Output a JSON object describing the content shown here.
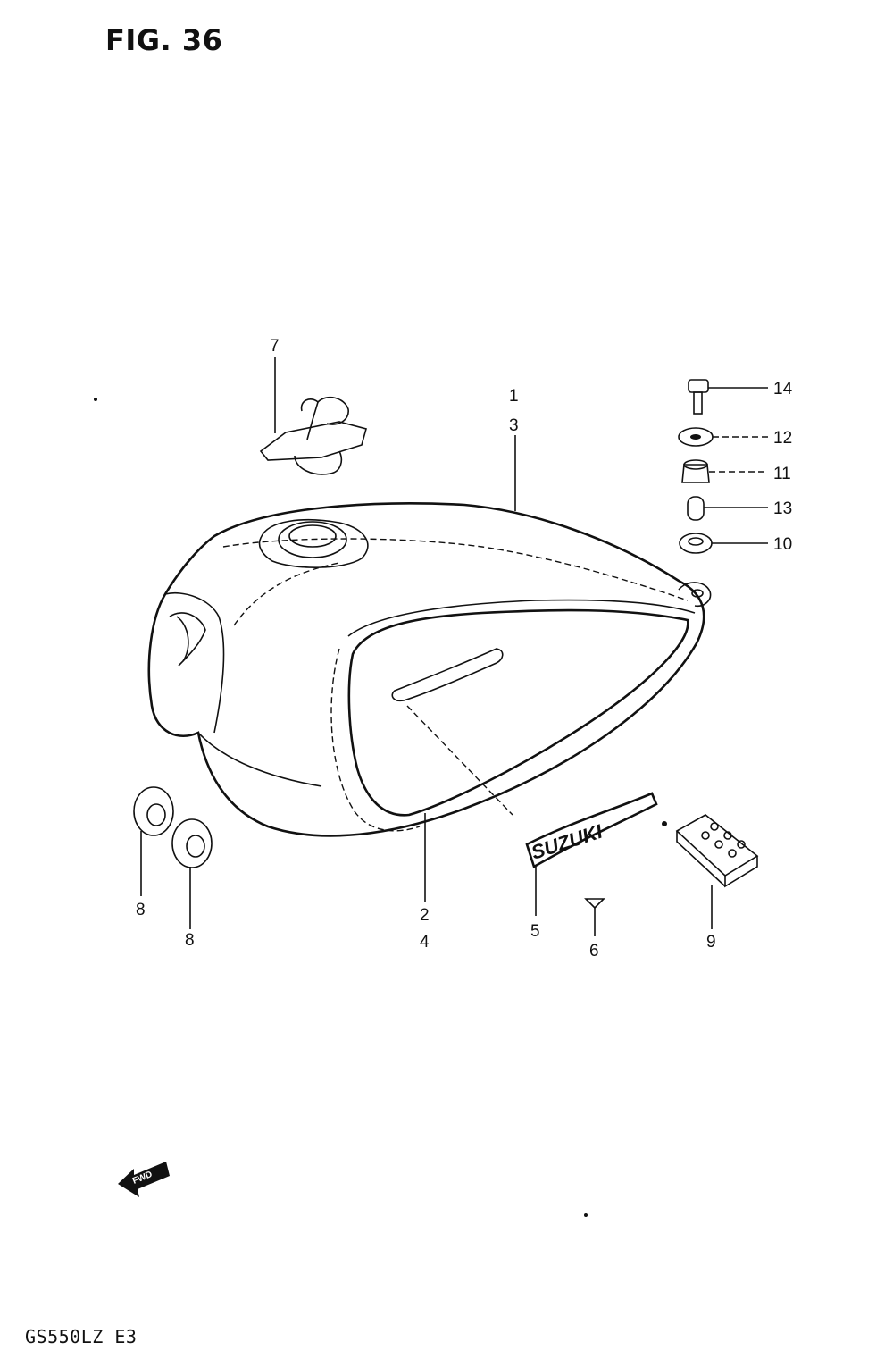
{
  "figure": {
    "title": "FIG. 36",
    "model": "GS550LZ E3"
  },
  "parts": [
    {
      "id": "tank",
      "callout": "1"
    },
    {
      "id": "tank-alt",
      "callout": "3"
    },
    {
      "id": "tank-stripe",
      "callout": "2"
    },
    {
      "id": "tank-stripe-alt",
      "callout": "4"
    },
    {
      "id": "emblem",
      "callout": "5"
    },
    {
      "id": "emblem-screw",
      "callout": "6"
    },
    {
      "id": "fuel-cap",
      "callout": "7"
    },
    {
      "id": "cushion-a",
      "callout": "8"
    },
    {
      "id": "cushion-b",
      "callout": "8"
    },
    {
      "id": "knee-pad",
      "callout": "9"
    },
    {
      "id": "nut-10",
      "callout": "10"
    },
    {
      "id": "nut-11",
      "callout": "11"
    },
    {
      "id": "washer-12",
      "callout": "12"
    },
    {
      "id": "collar-13",
      "callout": "13"
    },
    {
      "id": "bolt-14",
      "callout": "14"
    }
  ],
  "emblem_text": "SUZUKI",
  "fwd_arrow": "FWD",
  "colors": {
    "ink": "#111111",
    "paper": "#ffffff"
  }
}
